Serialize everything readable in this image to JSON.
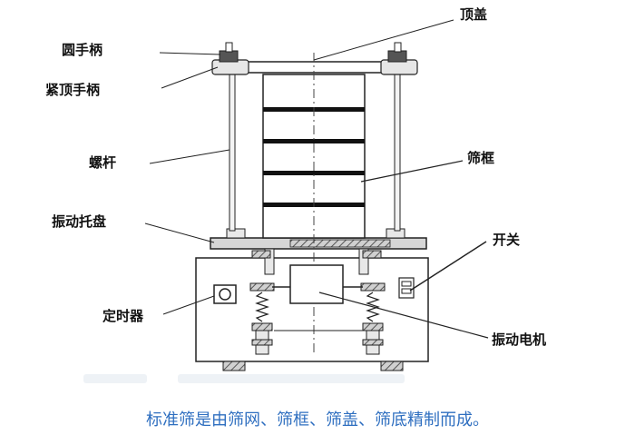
{
  "labels": {
    "top_cover": "顶盖",
    "round_handle": "圆手柄",
    "tighten_handle": "紧顶手柄",
    "screw_rod": "螺杆",
    "sieve_frame": "筛框",
    "vibration_tray": "振动托盘",
    "switch": "开关",
    "timer": "定时器",
    "vibration_motor": "振动电机"
  },
  "caption": "标准筛是由筛网、筛框、筛盖、筛底精制而成。",
  "colors": {
    "caption": "#2f6fc0",
    "line": "#222222",
    "ghost_text": "#dfe6ee"
  }
}
